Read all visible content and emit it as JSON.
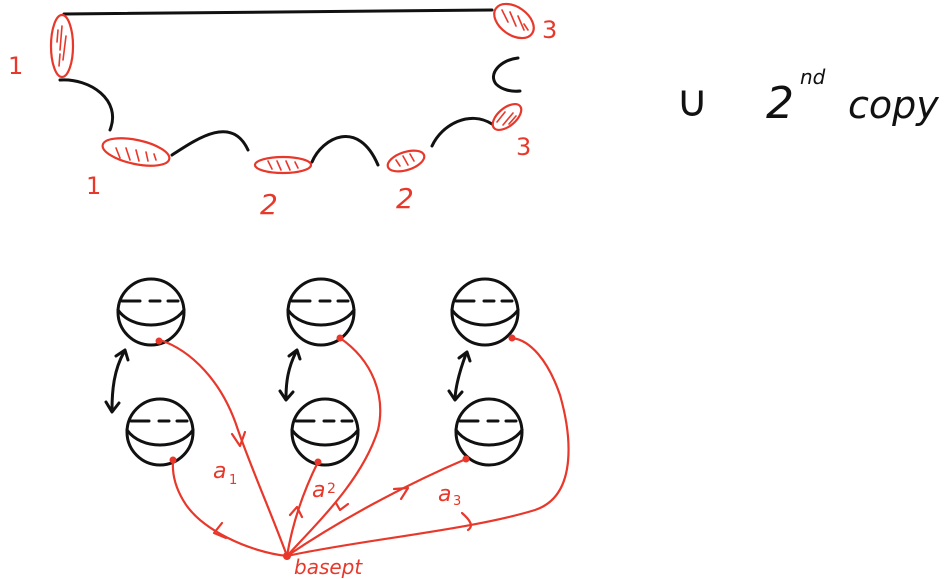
{
  "colors": {
    "ink": "#111111",
    "accent": "#e8382b"
  },
  "top_labels": {
    "left_upper": "1",
    "left_lower": "1",
    "mid_left": "2",
    "mid_right": "2",
    "right_upper": "3",
    "right_lower": "3"
  },
  "union_note": {
    "symbol": "∪",
    "ordinal_number": "2",
    "ordinal_suffix": "nd",
    "word": "copy"
  },
  "path_labels": {
    "a1": {
      "base": "a",
      "sub": "1"
    },
    "a2": {
      "base": "a",
      "sub": "2"
    },
    "a3": {
      "base": "a",
      "sub": "3"
    }
  },
  "basepoint_label": "basept"
}
